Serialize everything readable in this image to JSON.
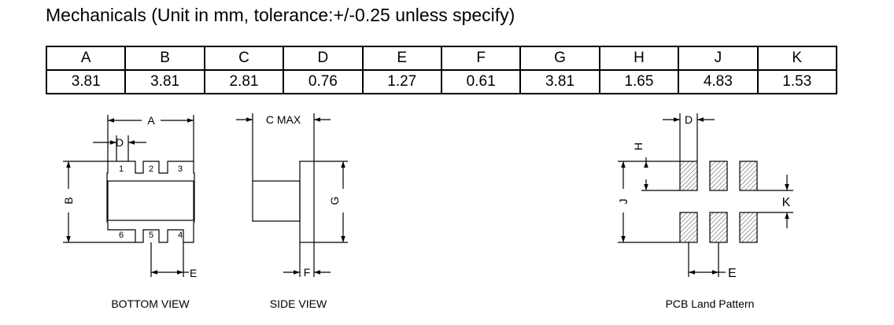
{
  "title": "Mechanicals (Unit in mm, tolerance:+/-0.25 unless specify)",
  "table": {
    "headers": [
      "A",
      "B",
      "C",
      "D",
      "E",
      "F",
      "G",
      "H",
      "J",
      "K"
    ],
    "values": [
      "3.81",
      "3.81",
      "2.81",
      "0.76",
      "1.27",
      "0.61",
      "3.81",
      "1.65",
      "4.83",
      "1.53"
    ]
  },
  "bottom_view": {
    "caption": "BOTTOM VIEW",
    "dim_a": "A",
    "dim_b": "B",
    "dim_d": "D",
    "dim_e": "E",
    "pins": [
      "1",
      "2",
      "3",
      "6",
      "5",
      "4"
    ]
  },
  "side_view": {
    "caption": "SIDE VIEW",
    "dim_c": "C MAX",
    "dim_g": "G",
    "dim_f": "F"
  },
  "pcb_view": {
    "caption": "PCB Land Pattern",
    "dim_d": "D",
    "dim_h": "H",
    "dim_j": "J",
    "dim_k": "K",
    "dim_e": "E"
  }
}
